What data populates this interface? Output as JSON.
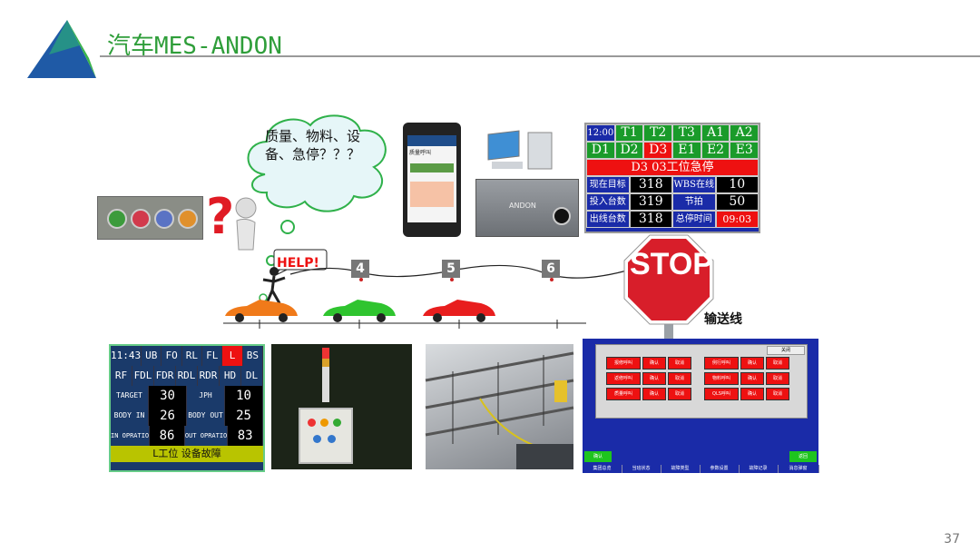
{
  "header": {
    "title": "汽车MES-ANDON",
    "page_number": "37"
  },
  "thought": "质量、物料、设备、急停？？？",
  "help_label": "HELP!",
  "stations": [
    "4",
    "5",
    "6"
  ],
  "stop_sign": "STOP",
  "conveyor_label": "输送线",
  "colors": {
    "accent_green": "#2f9e3a",
    "triangle_blue": "#1f5aa6",
    "triangle_green": "#39b54a",
    "stop_red": "#d81e2a"
  },
  "andon_board": {
    "rows": [
      [
        "12:00",
        "T1",
        "T2",
        "T3",
        "A1",
        "A2"
      ],
      [
        "D1",
        "D2",
        "D3",
        "E1",
        "E2",
        "E3"
      ]
    ],
    "alarm": "D3 03工位急停",
    "metrics": [
      [
        "现在目标",
        "318",
        "WBS在线",
        "10"
      ],
      [
        "投入台数",
        "319",
        "节拍",
        "50"
      ],
      [
        "出线台数",
        "318",
        "总停时间",
        "09:03"
      ]
    ]
  },
  "phone": {
    "screen_title": "质量呼叫"
  },
  "device_brand": "ANDON",
  "line_board": {
    "row1": [
      "11:43",
      "UB",
      "FO",
      "RL",
      "FL",
      "L",
      "BS"
    ],
    "row2": [
      "RF",
      "FDL",
      "FDR",
      "RDL",
      "RDR",
      "HD",
      "DL"
    ],
    "metrics": [
      [
        "TARGET",
        "30",
        "JPH",
        "10"
      ],
      [
        "BODY IN",
        "26",
        "BODY OUT",
        "25"
      ],
      [
        "IN OPRATIO",
        "86",
        "OUT OPRATIO",
        "83"
      ]
    ],
    "footer": "L工位 设备故障"
  },
  "hmi": {
    "close": "关闭",
    "calls": [
      [
        "报修呼叫",
        "确认",
        "取消"
      ],
      [
        "例行呼叫",
        "确认",
        "取消"
      ],
      [
        "返修呼叫",
        "确认",
        "取消"
      ],
      [
        "物料呼叫",
        "确认",
        "取消"
      ],
      [
        "质量呼叫",
        "确认",
        "取消"
      ],
      [
        "QLS呼叫",
        "确认",
        "取消"
      ]
    ],
    "ok": "确认",
    "back": "返回",
    "tabs": [
      "集团总览",
      "当班状态",
      "故障类型",
      "参数设置",
      "故障记录",
      "消息弹窗"
    ]
  }
}
